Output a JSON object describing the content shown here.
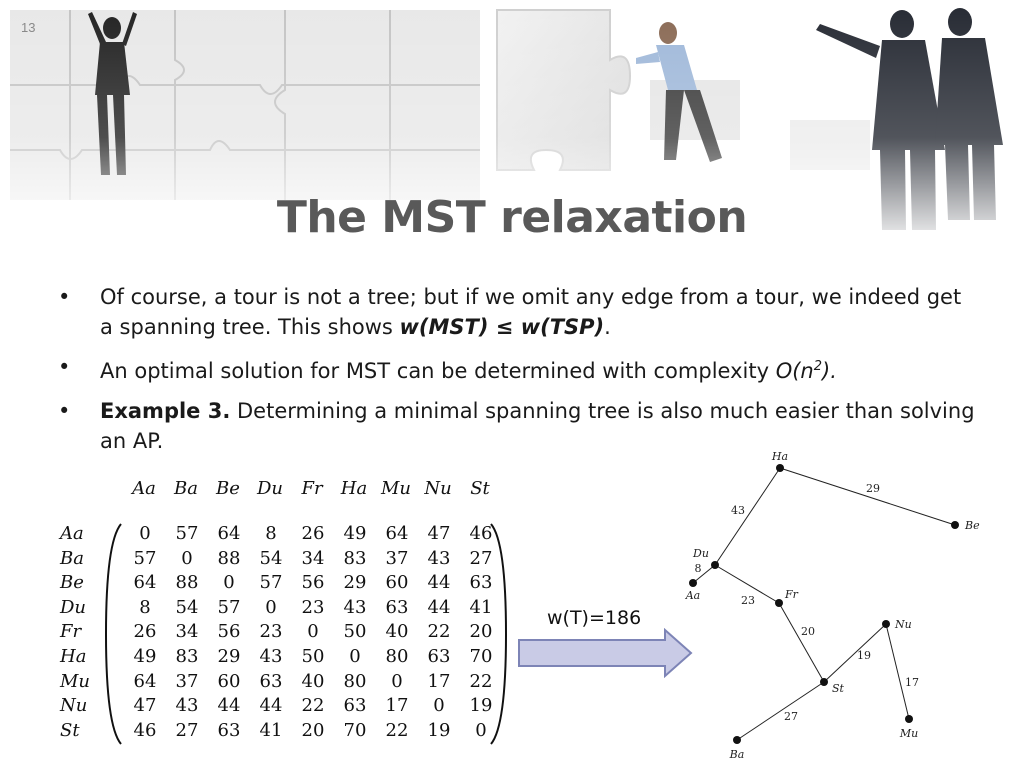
{
  "slide": {
    "number": "13",
    "title": "The MST relaxation"
  },
  "bullets": [
    {
      "marker": "•",
      "text_a": "Of course, a tour is not a tree; but if we omit any edge from a tour, we indeed get a spanning tree. This shows ",
      "emph": "w(MST) ≤ w(TSP)",
      "text_b": "."
    },
    {
      "marker": "•",
      "text_a": "An optimal solution for MST can be determined with complexity ",
      "emph_base": "O(n",
      "emph_sup": "2",
      "emph_tail": ")."
    },
    {
      "marker": "•",
      "bold": "Example 3.",
      "text": " Determining a minimal spanning tree is also much easier than solving an AP."
    }
  ],
  "matrix": {
    "headers": [
      "Aa",
      "Ba",
      "Be",
      "Du",
      "Fr",
      "Ha",
      "Mu",
      "Nu",
      "St"
    ],
    "rows": [
      {
        "label": "Aa",
        "values": [
          "0",
          "57",
          "64",
          "8",
          "26",
          "49",
          "64",
          "47",
          "46"
        ]
      },
      {
        "label": "Ba",
        "values": [
          "57",
          "0",
          "88",
          "54",
          "34",
          "83",
          "37",
          "43",
          "27"
        ]
      },
      {
        "label": "Be",
        "values": [
          "64",
          "88",
          "0",
          "57",
          "56",
          "29",
          "60",
          "44",
          "63"
        ]
      },
      {
        "label": "Du",
        "values": [
          "8",
          "54",
          "57",
          "0",
          "23",
          "43",
          "63",
          "44",
          "41"
        ]
      },
      {
        "label": "Fr",
        "values": [
          "26",
          "34",
          "56",
          "23",
          "0",
          "50",
          "40",
          "22",
          "20"
        ]
      },
      {
        "label": "Ha",
        "values": [
          "49",
          "83",
          "29",
          "43",
          "50",
          "0",
          "80",
          "63",
          "70"
        ]
      },
      {
        "label": "Mu",
        "values": [
          "64",
          "37",
          "60",
          "63",
          "40",
          "80",
          "0",
          "17",
          "22"
        ]
      },
      {
        "label": "Nu",
        "values": [
          "47",
          "43",
          "44",
          "44",
          "22",
          "63",
          "17",
          "0",
          "19"
        ]
      },
      {
        "label": "St",
        "values": [
          "46",
          "27",
          "63",
          "41",
          "20",
          "70",
          "22",
          "19",
          "0"
        ]
      }
    ]
  },
  "result_label": "w(T)=186",
  "tree": {
    "nodes": [
      "Ha",
      "Be",
      "Du",
      "Aa",
      "Fr",
      "Nu",
      "St",
      "Mu",
      "Ba"
    ],
    "edges": [
      {
        "from": "Ha",
        "to": "Be",
        "weight": "29"
      },
      {
        "from": "Ha",
        "to": "Du",
        "weight": "43"
      },
      {
        "from": "Du",
        "to": "Aa",
        "weight": "8"
      },
      {
        "from": "Du",
        "to": "Fr",
        "weight": "23"
      },
      {
        "from": "Fr",
        "to": "St",
        "weight": "20"
      },
      {
        "from": "St",
        "to": "Nu",
        "weight": "19"
      },
      {
        "from": "Nu",
        "to": "Mu",
        "weight": "17"
      },
      {
        "from": "St",
        "to": "Ba",
        "weight": "27"
      }
    ]
  },
  "colors": {
    "title": "#595959",
    "arrow_fill": "#c9cbe6",
    "arrow_stroke": "#7d84b6"
  },
  "icons": {
    "banner": "puzzle-business-people-banner",
    "arrow": "right-arrow-icon"
  }
}
